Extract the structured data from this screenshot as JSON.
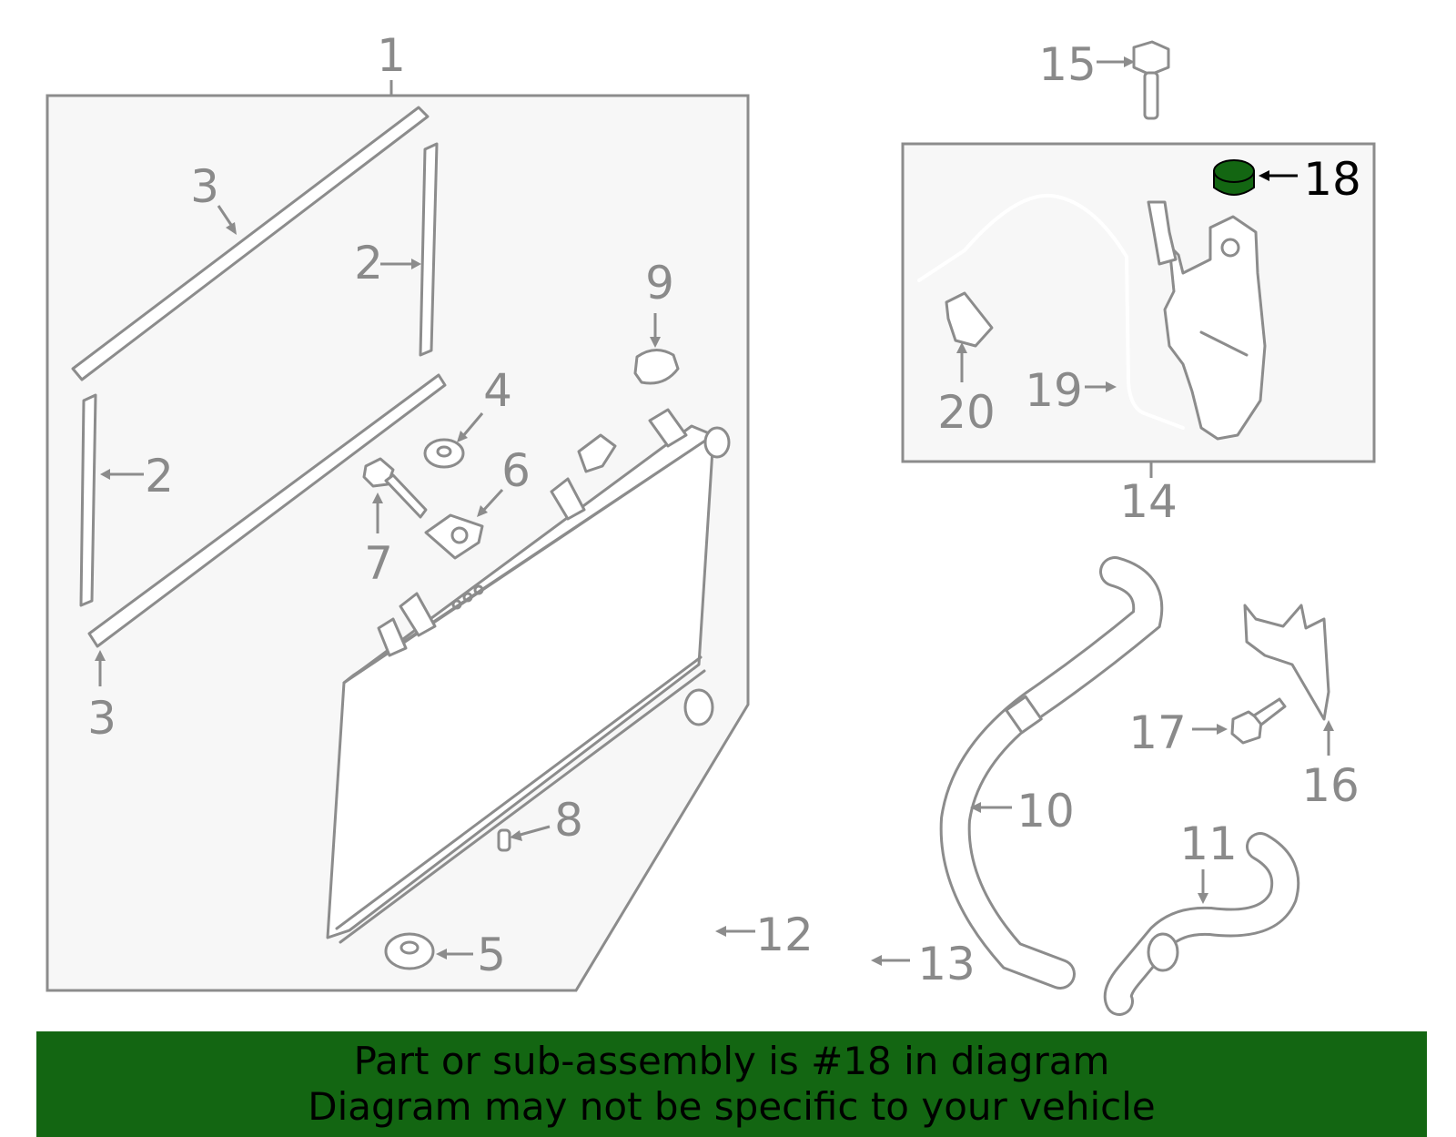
{
  "diagram": {
    "highlight_color": "#136612",
    "highlighted_part": "18",
    "callouts": {
      "c1": "1",
      "c2a": "2",
      "c2b": "2",
      "c3a": "3",
      "c3b": "3",
      "c4": "4",
      "c5": "5",
      "c6": "6",
      "c7": "7",
      "c8": "8",
      "c9": "9",
      "c10": "10",
      "c11": "11",
      "c12": "12",
      "c13": "13",
      "c14": "14",
      "c15": "15",
      "c16": "16",
      "c17": "17",
      "c18": "18",
      "c19": "19",
      "c20": "20"
    }
  },
  "banner": {
    "line1": "Part or sub-assembly is #18 in diagram",
    "line2": "Diagram may not be specific to your vehicle"
  }
}
